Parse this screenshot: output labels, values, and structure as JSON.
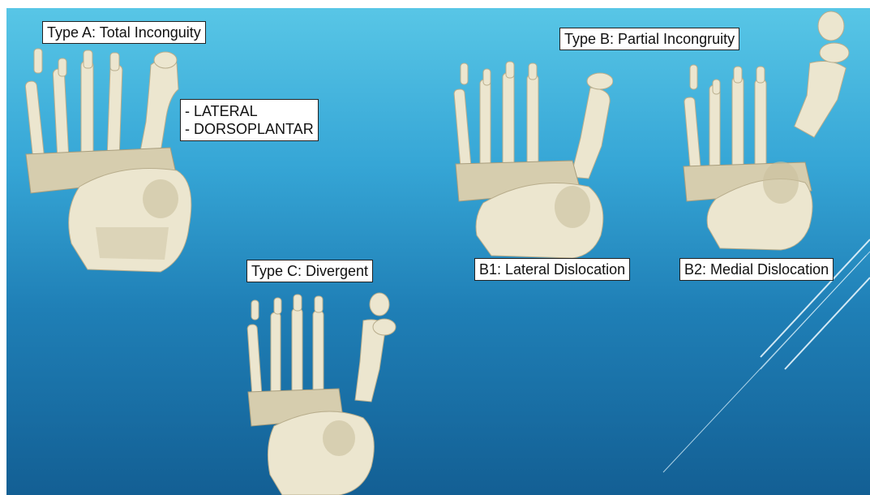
{
  "labels": {
    "type_a": "Type A: Total Inconguity",
    "views": [
      "- LATERAL",
      "- DORSOPLANTAR"
    ],
    "type_b": "Type B: Partial Incongruity",
    "type_c": "Type C: Divergent",
    "b1": "B1: Lateral Dislocation",
    "b2": "B2: Medial Dislocation"
  },
  "colors": {
    "bone": "#ece6cf",
    "background_top": "#58c6e6",
    "background_bottom": "#135f94"
  }
}
